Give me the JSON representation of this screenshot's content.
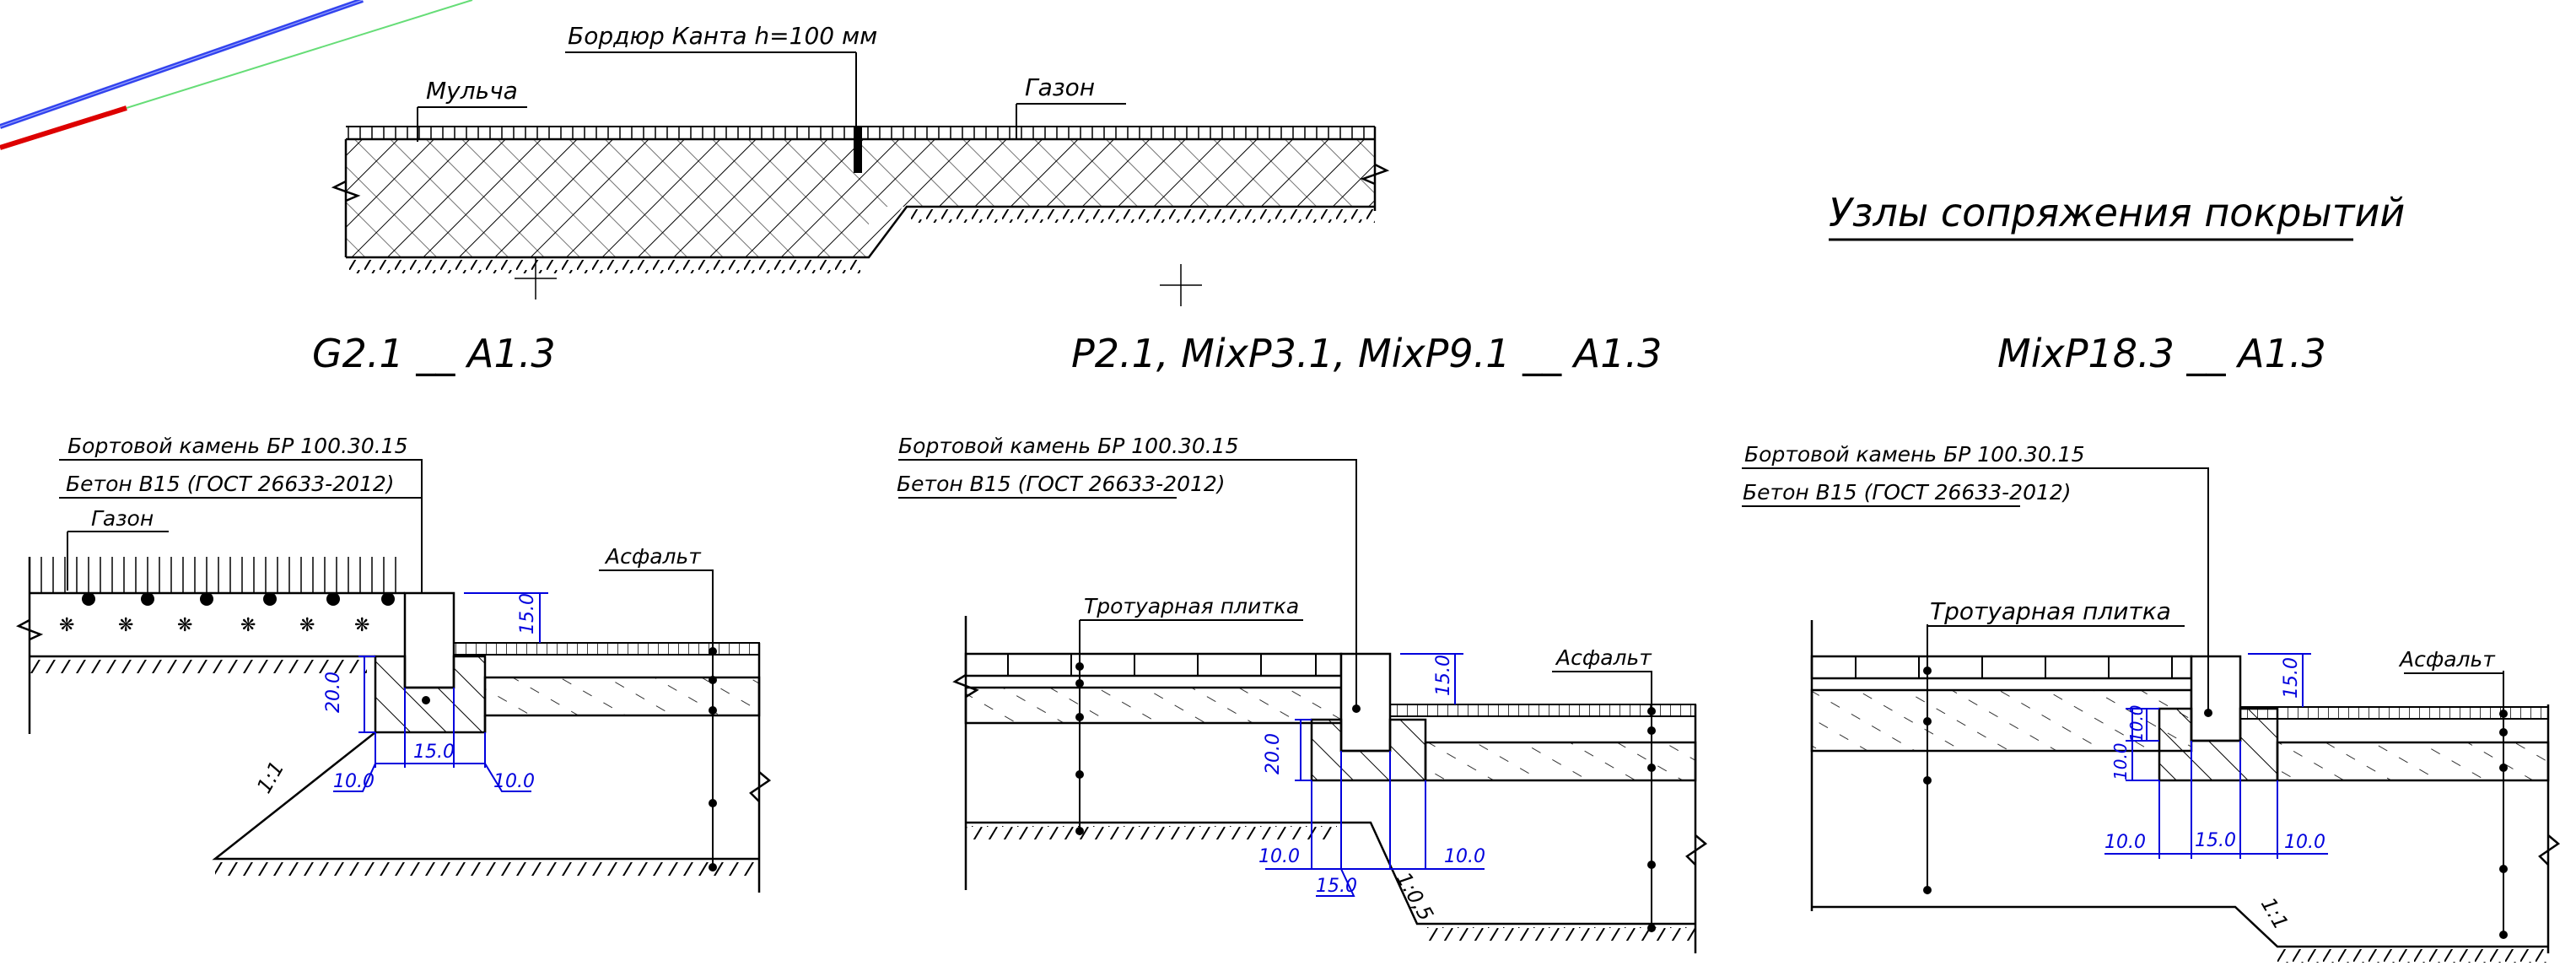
{
  "title": "Узлы сопряжения покрытий",
  "top_detail": {
    "labels": {
      "curb": "Бордюр Канта h=100 мм",
      "mulch": "Мульча",
      "lawn": "Газон"
    }
  },
  "details": [
    {
      "heading": "G2.1 __ A1.3",
      "labels": {
        "curb": "Бортовой камень БР 100.30.15",
        "concrete": "Бетон B15 (ГОСТ 26633-2012)",
        "left": "Газон",
        "right": "Асфальт"
      },
      "dims": {
        "curb_top": "15.0",
        "base_height": "20.0",
        "left": "10.0",
        "mid": "15.0",
        "right": "10.0",
        "slope": "1:1"
      }
    },
    {
      "heading": "P2.1, MixP3.1, MixP9.1 __ A1.3",
      "labels": {
        "curb": "Бортовой камень БР 100.30.15",
        "concrete": "Бетон B15 (ГОСТ 26633-2012)",
        "left": "Тротуарная плитка",
        "right": "Асфальт"
      },
      "dims": {
        "curb_top": "15.0",
        "base_height": "20.0",
        "left": "10.0",
        "mid": "15.0",
        "right": "10.0",
        "slope": "1:0,5"
      }
    },
    {
      "heading": "MixP18.3 __ A1.3",
      "labels": {
        "curb": "Бортовой камень БР 100.30.15",
        "concrete": "Бетон B15 (ГОСТ 26633-2012)",
        "left": "Тротуарная плитка",
        "right": "Асфальт"
      },
      "dims": {
        "curb_top": "15.0",
        "base_left1": "10.0",
        "base_left2": "10.0",
        "left": "10.0",
        "mid": "15.0",
        "right": "10.0",
        "slope": "1:1"
      }
    }
  ],
  "colors": {
    "line": "#000000",
    "dimension": "#0000dd",
    "axis_x": "#dd0000",
    "axis_y": "#22cc44",
    "axis_z": "#3344ee"
  }
}
